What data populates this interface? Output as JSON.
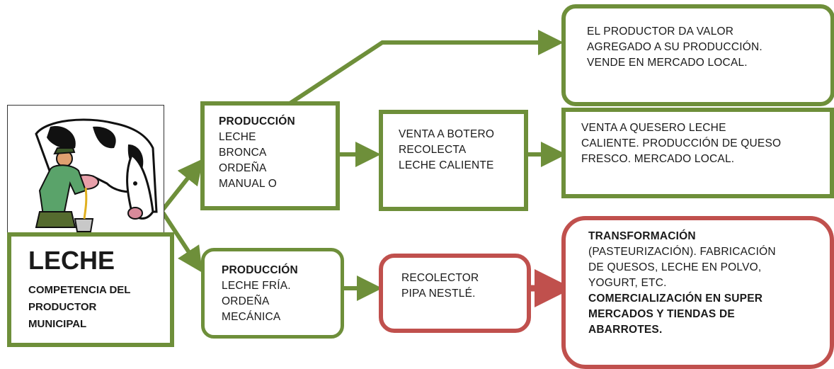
{
  "leche_box": {
    "title": "LECHE",
    "subtitle_lines": [
      "COMPETENCIA DEL",
      "PRODUCTOR",
      "MUNICIPAL"
    ]
  },
  "produccion_bronca": {
    "heading": "PRODUCCIÓN",
    "lines": [
      "LECHE",
      "BRONCA",
      "ORDEÑA",
      "MANUAL O"
    ]
  },
  "produccion_fria": {
    "heading": "PRODUCCIÓN",
    "lines": [
      "LECHE FRÍA.",
      "ORDEÑA",
      "MECÁNICA"
    ]
  },
  "valor_agregado": {
    "lines": [
      "EL PRODUCTOR DA VALOR",
      "AGREGADO A SU PRODUCCIÓN.",
      "VENDE EN MERCADO LOCAL."
    ]
  },
  "venta_botero": {
    "lines": [
      "VENTA A BOTERO",
      "RECOLECTA",
      "LECHE CALIENTE"
    ]
  },
  "venta_quesero": {
    "lines": [
      "VENTA A QUESERO LECHE",
      "CALIENTE. PRODUCCIÓN DE QUESO",
      "FRESCO. MERCADO LOCAL."
    ]
  },
  "recolector_nestle": {
    "lines": [
      "RECOLECTOR",
      "PIPA NESTLÉ."
    ]
  },
  "transformacion": {
    "heading": "TRANSFORMACIÓN",
    "lines": [
      "(PASTEURIZACIÓN). FABRICACIÓN",
      "DE QUESOS, LECHE EN POLVO,",
      "YOGURT, ETC."
    ],
    "bold_lines": [
      "COMERCIALIZACIÓN EN SUPER",
      "MERCADOS Y TIENDAS DE",
      "ABARROTES."
    ]
  },
  "colors": {
    "green": "#6e8f3a",
    "red": "#c0504d"
  },
  "image": {
    "icon": "farmer-milking-cow-icon"
  }
}
